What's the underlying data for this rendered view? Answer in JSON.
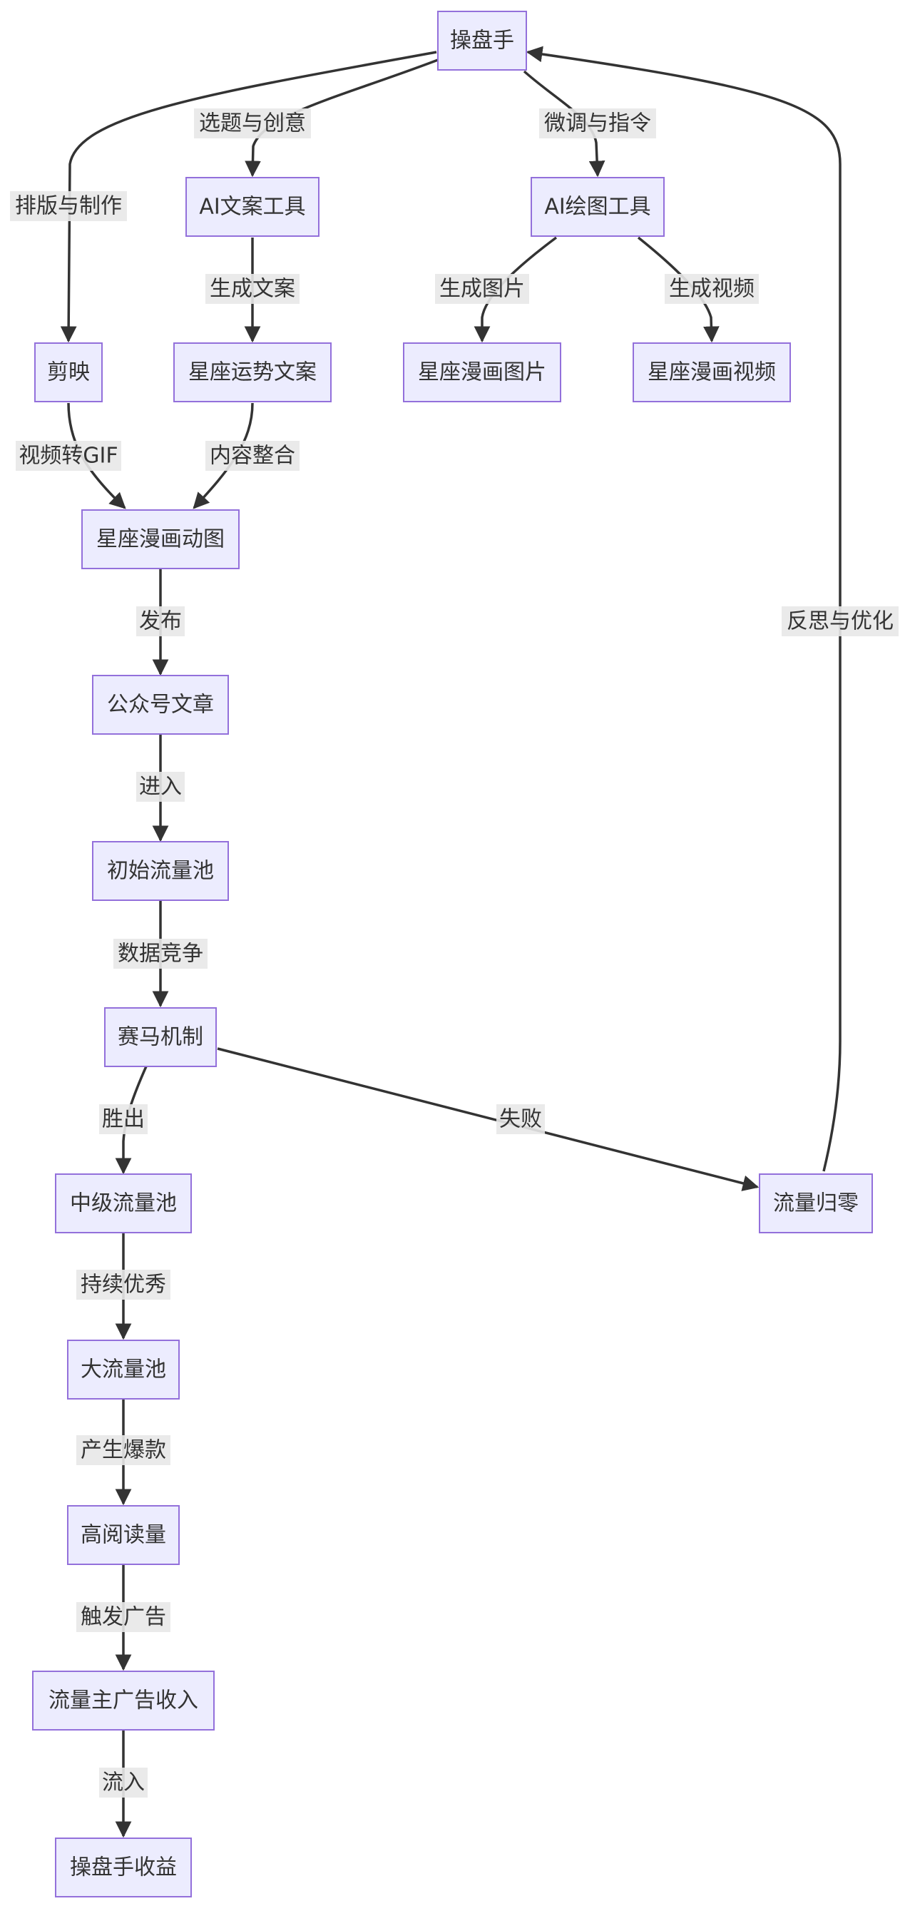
{
  "nodes": {
    "operator": "操盘手",
    "ai_copy_tool": "AI文案工具",
    "ai_draw_tool": "AI绘图工具",
    "jianying": "剪映",
    "horoscope_copy": "星座运势文案",
    "comic_image": "星座漫画图片",
    "comic_video": "星座漫画视频",
    "comic_gif": "星座漫画动图",
    "wechat_article": "公众号文章",
    "initial_pool": "初始流量池",
    "horse_race": "赛马机制",
    "mid_pool": "中级流量池",
    "traffic_zero": "流量归零",
    "large_pool": "大流量池",
    "high_reads": "高阅读量",
    "ad_income": "流量主广告收入",
    "operator_income": "操盘手收益"
  },
  "edges": {
    "topic_creative": "选题与创意",
    "tune_instruct": "微调与指令",
    "layout_make": "排版与制作",
    "gen_copy": "生成文案",
    "gen_image": "生成图片",
    "gen_video": "生成视频",
    "video_to_gif": "视频转GIF",
    "content_merge": "内容整合",
    "publish": "发布",
    "enter": "进入",
    "data_compete": "数据竞争",
    "win": "胜出",
    "fail": "失败",
    "keep_excellent": "持续优秀",
    "go_viral": "产生爆款",
    "trigger_ads": "触发广告",
    "flow_in": "流入",
    "reflect_optimize": "反思与优化"
  }
}
